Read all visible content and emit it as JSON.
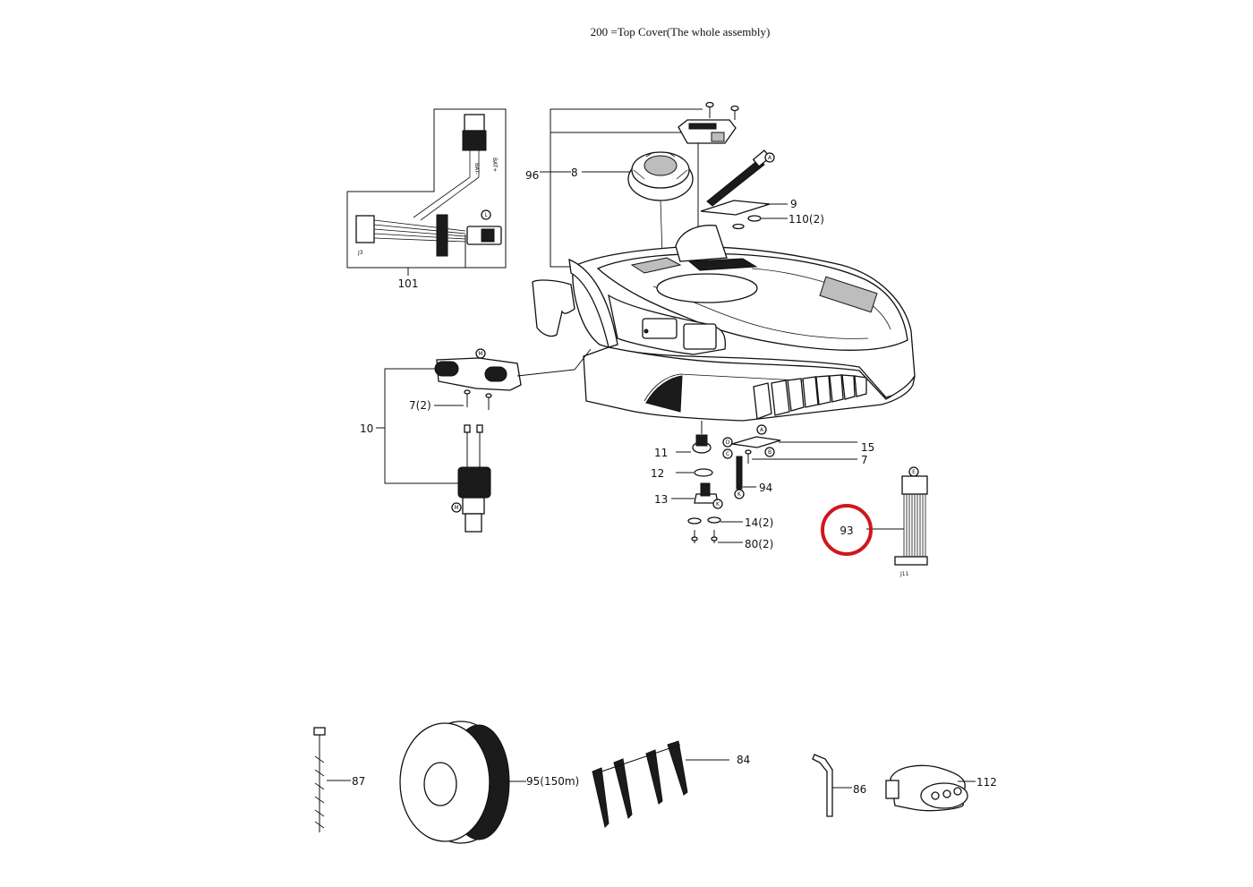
{
  "title": "200 =Top Cover(The whole assembly)",
  "highlight_color": "#d0161f",
  "callouts": {
    "c96": "96",
    "c8": "8",
    "c9": "9",
    "c110": "110(2)",
    "c101": "101",
    "c10": "10",
    "c7a": "7(2)",
    "c11": "11",
    "c12": "12",
    "c13": "13",
    "c15": "15",
    "c7b": "7",
    "c94": "94",
    "c14": "14(2)",
    "c80": "80(2)",
    "c93": "93",
    "c87": "87",
    "c95": "95(150m)",
    "c84": "84",
    "c86": "86",
    "c112": "112"
  },
  "connector_letters": {
    "A1": "A",
    "L": "L",
    "M1": "M",
    "M2": "M",
    "A2": "A",
    "D": "D",
    "C": "C",
    "B": "B",
    "K1": "K",
    "K2": "K",
    "E": "E"
  },
  "small_marks": {
    "j3": "J3",
    "j11": "J11",
    "wire_pos": "BAT+",
    "wire_neg": "BAT-"
  }
}
